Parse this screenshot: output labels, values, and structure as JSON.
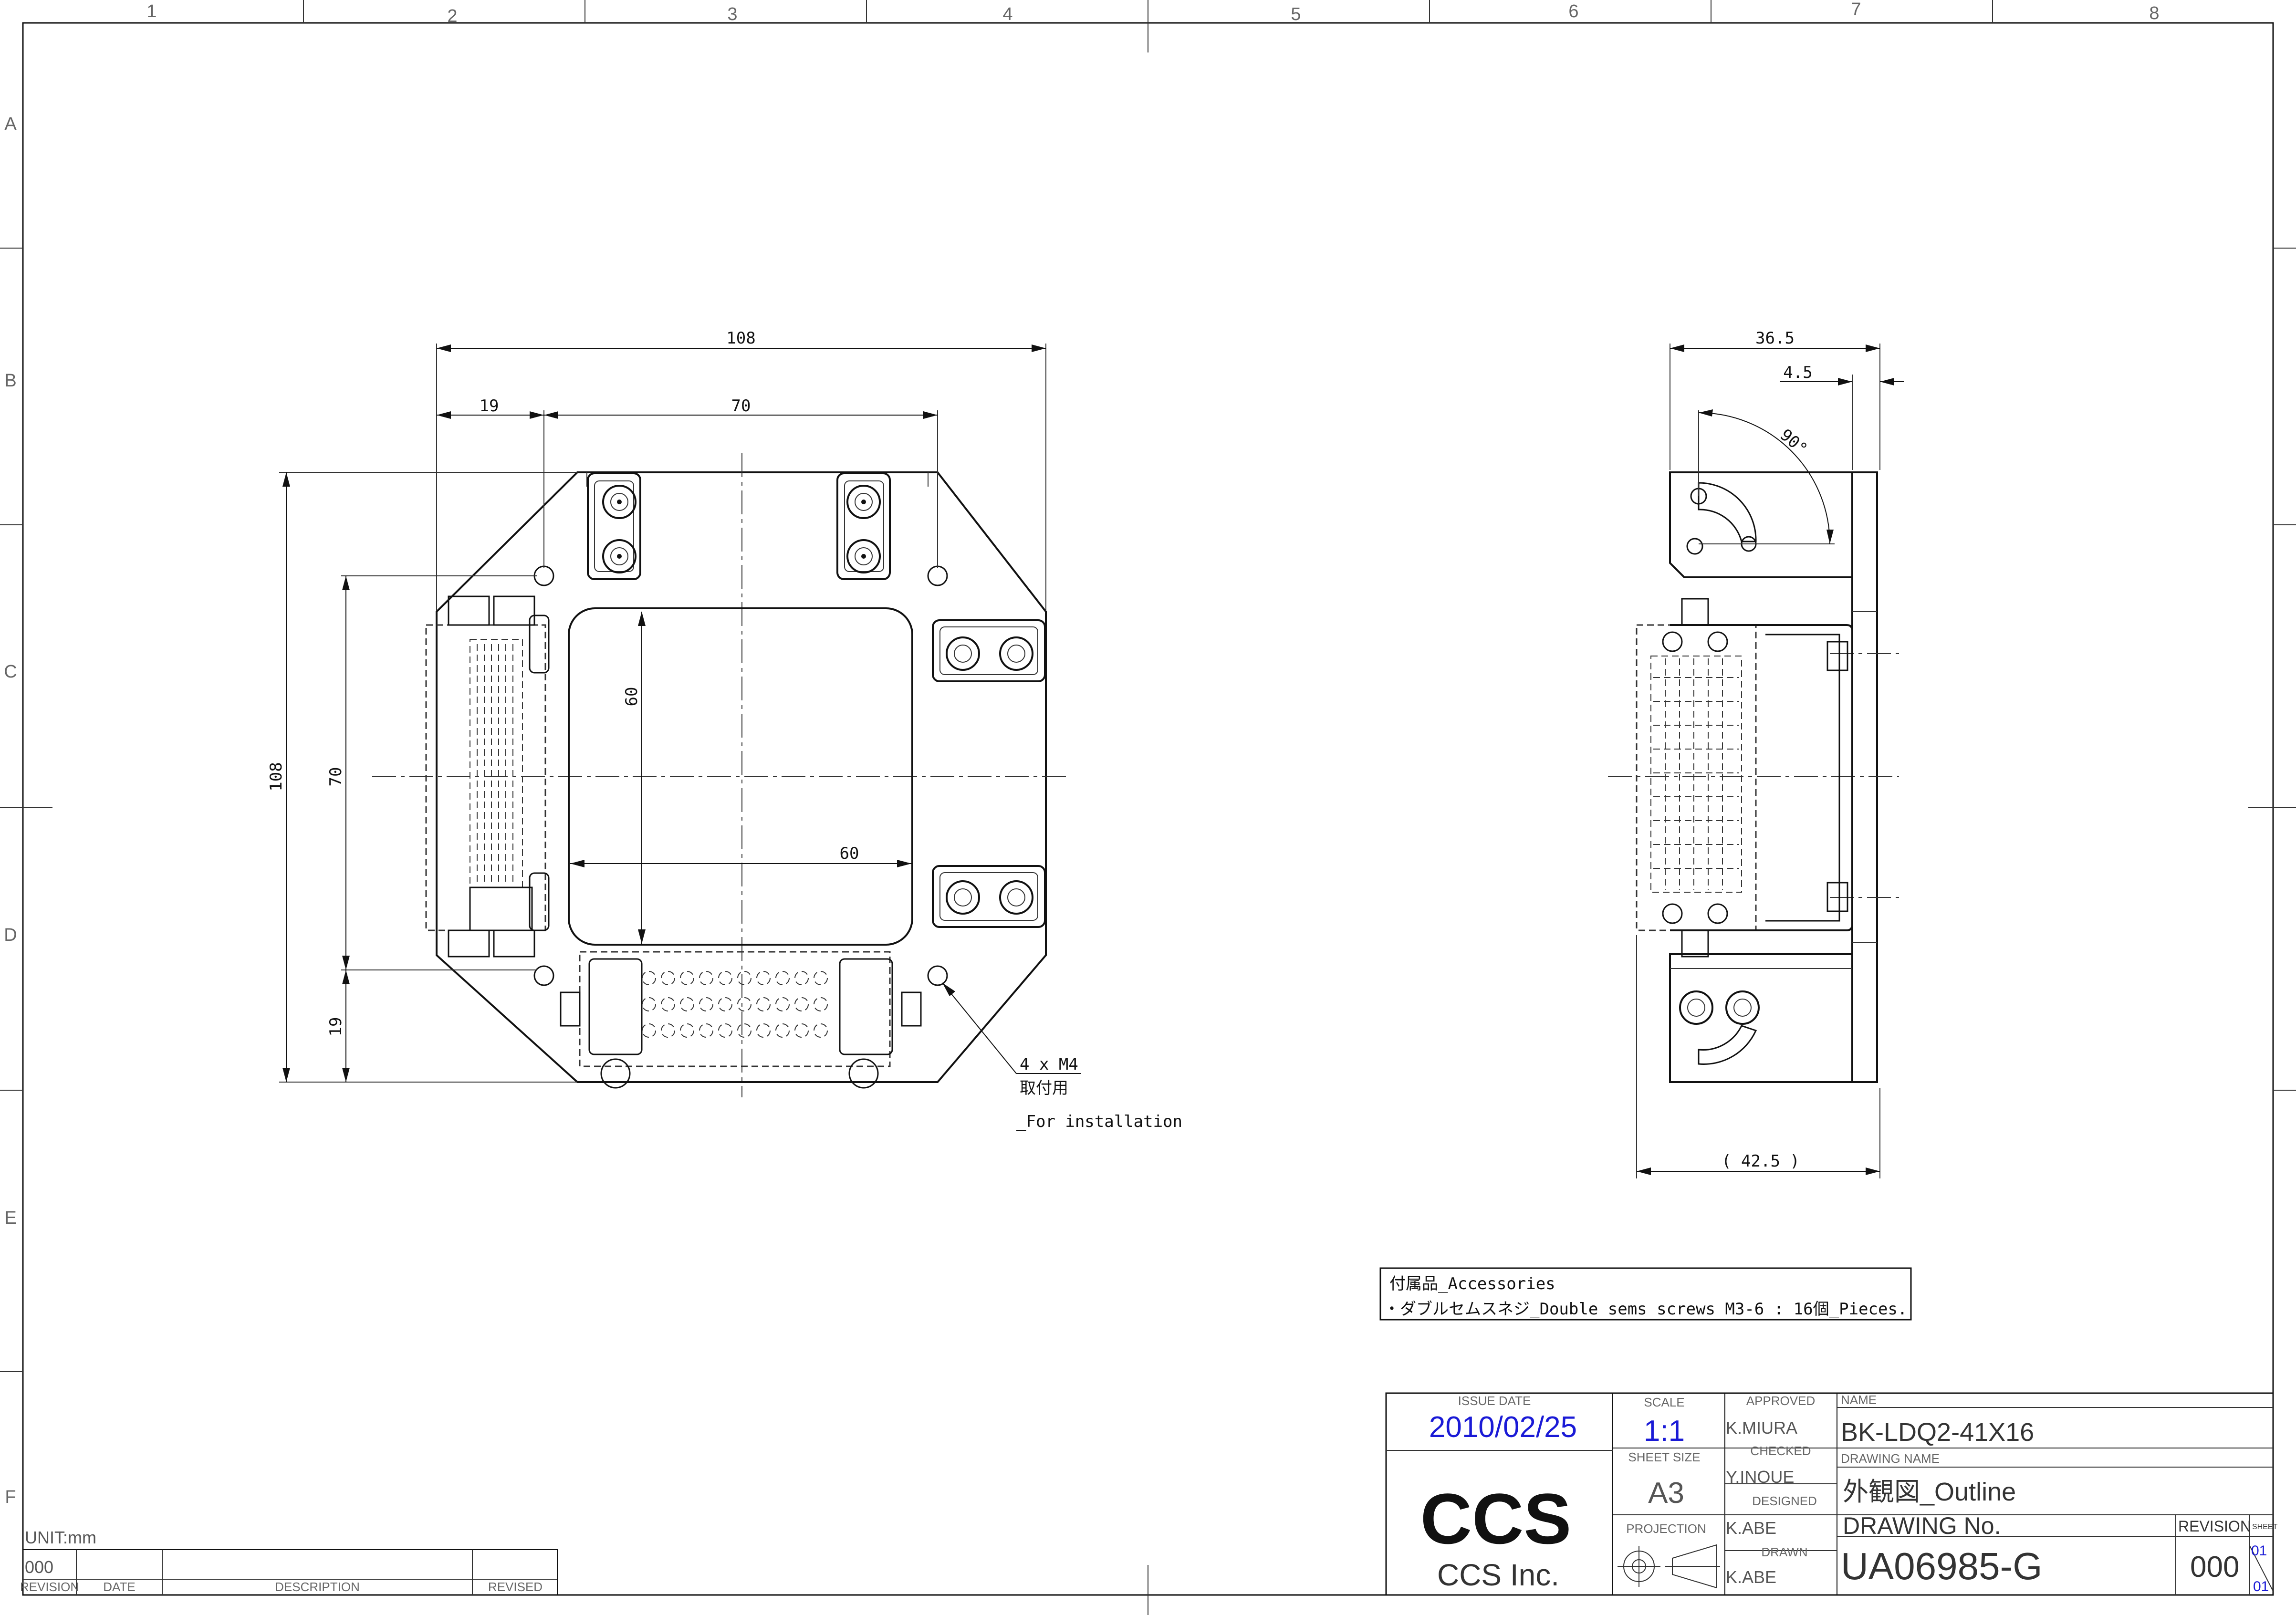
{
  "zones": {
    "columns": [
      "1",
      "2",
      "3",
      "4",
      "5",
      "6",
      "7",
      "8"
    ],
    "rows": [
      "A",
      "B",
      "C",
      "D",
      "E",
      "F"
    ]
  },
  "front_view": {
    "dim_width": "108",
    "dim_left_offset": "19",
    "dim_hole_pitch_x": "70",
    "dim_height": "108",
    "dim_hole_pitch_y": "70",
    "dim_bottom_offset": "19",
    "dim_window_height": "60",
    "dim_window_width": "60",
    "callout_line1": "4 x M4",
    "callout_line2": "取付用",
    "callout_line3": "_For installation"
  },
  "side_view": {
    "dim_depth": "36.5",
    "dim_plate": "4.5",
    "dim_angle": "90°",
    "dim_overall": "( 42.5 )"
  },
  "accessories": {
    "title": "付属品_Accessories",
    "item": "・ダブルセムスネジ_Double sems screws M3-6 : 16個_Pieces."
  },
  "revision_block": {
    "unit": "UNIT:mm",
    "revision_value": "000",
    "headers": [
      "REVISION",
      "DATE",
      "DESCRIPTION",
      "REVISED"
    ]
  },
  "title_block": {
    "issue_date_label": "ISSUE DATE",
    "issue_date": "2010/02/25",
    "scale_label": "SCALE",
    "scale": "1:1",
    "sheet_size_label": "SHEET  SIZE",
    "sheet_size": "A3",
    "projection_label": "PROJECTION",
    "company_logo": "CCS",
    "company_name": "CCS Inc.",
    "approved_label": "APPROVED",
    "approved_by": "K.MIURA",
    "checked_label": "CHECKED",
    "checked_by": "Y.INOUE",
    "designed_label": "DESIGNED",
    "designed_by": "K.ABE",
    "drawn_label": "DRAWN",
    "drawn_by": "K.ABE",
    "name_label": "NAME",
    "name": "BK-LDQ2-41X16",
    "drawing_name_label": "DRAWING  NAME",
    "drawing_name": "外観図_Outline",
    "drawing_no_label": "DRAWING No.",
    "drawing_no": "UA06985-G",
    "revision_label": "REVISION",
    "revision": "000",
    "sheet_label": "SHEET",
    "sheet_num": "01",
    "sheet_total": "01"
  }
}
